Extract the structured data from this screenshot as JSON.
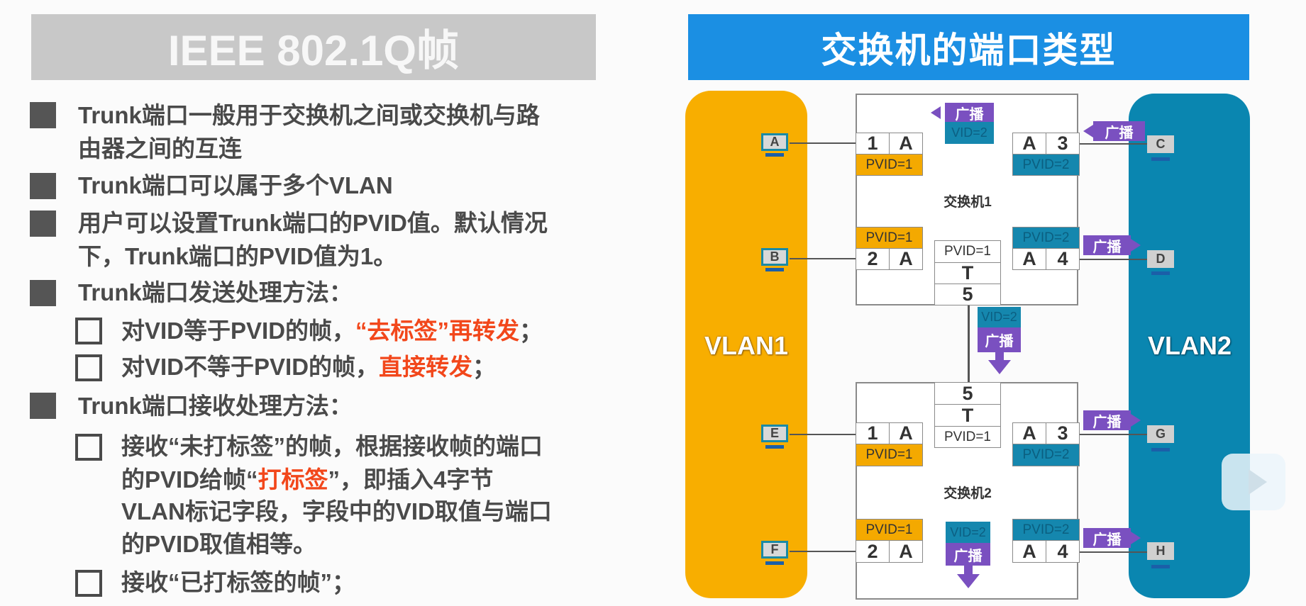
{
  "left": {
    "title": "IEEE 802.1Q帧",
    "bullets": [
      {
        "lines": [
          "Trunk端口一般用于交换机之间或交换机与路",
          "由器之间的互连"
        ]
      },
      {
        "lines": [
          "Trunk端口可以属于多个VLAN"
        ]
      },
      {
        "lines": [
          "用户可以设置Trunk端口的PVID值。默认情况",
          "下，Trunk端口的PVID值为1。"
        ]
      },
      {
        "lines": [
          "Trunk端口发送处理方法："
        ]
      },
      {
        "lines": [
          "Trunk端口接收处理方法："
        ]
      }
    ],
    "send_items": [
      {
        "prefix": "对VID等于PVID的帧，",
        "highlight": "“去标签”再转发",
        "suffix": "；"
      },
      {
        "prefix": "对VID不等于PVID的帧，",
        "highlight": "直接转发",
        "suffix": "；"
      }
    ],
    "receive_items": [
      {
        "line1": "接收“未打标签”的帧，根据接收帧的端口",
        "line2_prefix": "的PVID给帧“",
        "line2_highlight": "打标签",
        "line2_suffix": "”，即插入4字节",
        "line3": "VLAN标记字段，字段中的VID取值与端口",
        "line4": "的PVID取值相等。"
      },
      {
        "line1": "接收“已打标签的帧”；"
      }
    ],
    "highlight_color": "#f2471b"
  },
  "right": {
    "title": "交换机的端口类型",
    "vlan1": "VLAN1",
    "vlan2": "VLAN2",
    "broadcast": "广播",
    "vid": "VID=2",
    "switch1": {
      "label": "交换机1",
      "ports": [
        {
          "num": "1",
          "mode": "A",
          "pvid": "PVID=1"
        },
        {
          "num": "2",
          "mode": "A",
          "pvid": "PVID=1"
        },
        {
          "num": "3",
          "mode": "A",
          "pvid": "PVID=2"
        },
        {
          "num": "4",
          "mode": "A",
          "pvid": "PVID=2"
        },
        {
          "num": "5",
          "mode": "T",
          "pvid": "PVID=1"
        }
      ]
    },
    "switch2": {
      "label": "交换机2",
      "ports": [
        {
          "num": "1",
          "mode": "A",
          "pvid": "PVID=1"
        },
        {
          "num": "2",
          "mode": "A",
          "pvid": "PVID=1"
        },
        {
          "num": "3",
          "mode": "A",
          "pvid": "PVID=2"
        },
        {
          "num": "4",
          "mode": "A",
          "pvid": "PVID=2"
        },
        {
          "num": "5",
          "mode": "T",
          "pvid": "PVID=1"
        }
      ]
    },
    "hosts": [
      "A",
      "B",
      "C",
      "D",
      "E",
      "F",
      "G",
      "H"
    ],
    "colors": {
      "vlan1": "#f8ae00",
      "vlan2": "#0a86b0",
      "broadcast": "#7a50c0",
      "title_bar": "#1b8fe3"
    }
  }
}
